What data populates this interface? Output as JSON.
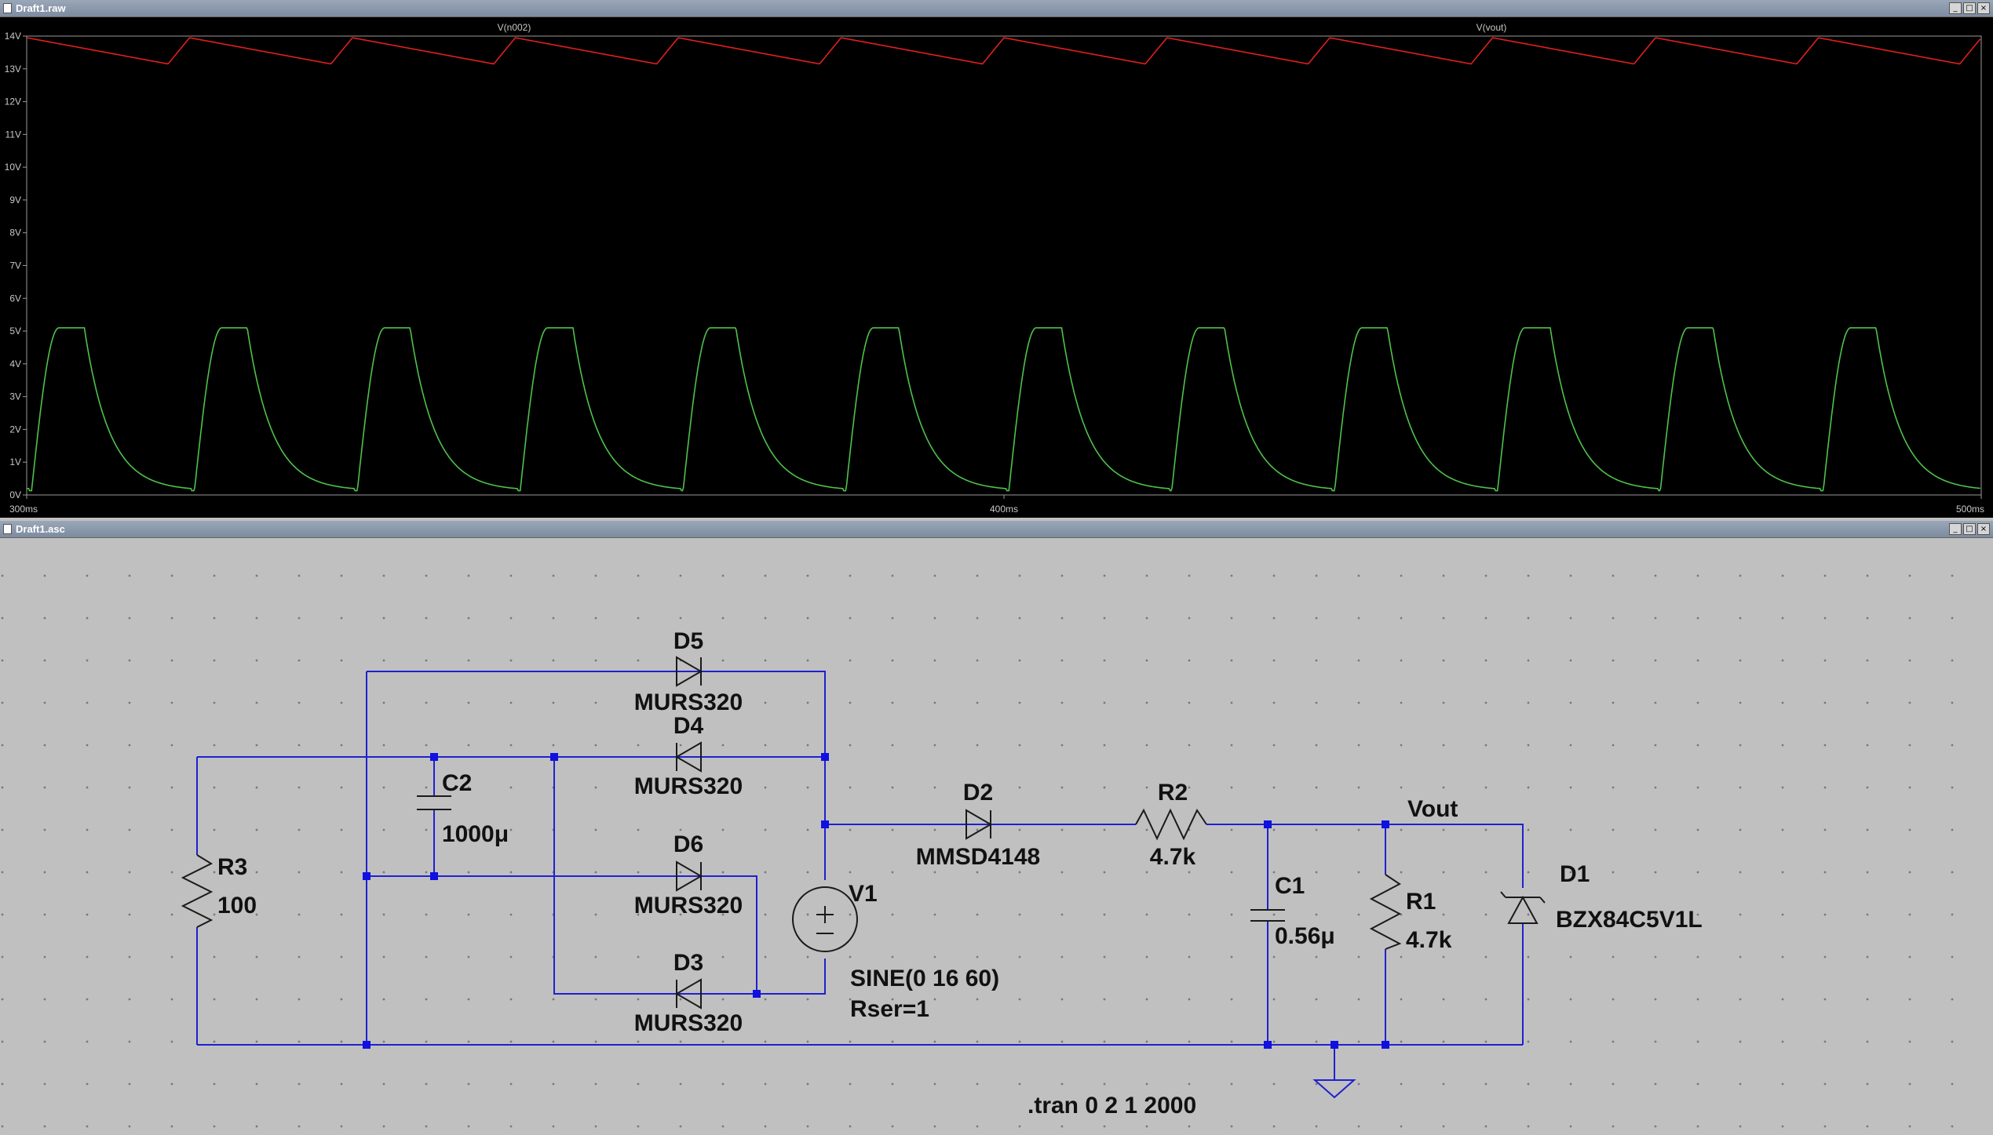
{
  "plot_window": {
    "title": "Draft1.raw"
  },
  "schematic_window": {
    "title": "Draft1.asc"
  },
  "window_buttons": [
    "_",
    "□",
    "×"
  ],
  "chart_data": {
    "type": "line",
    "grid": false,
    "legend": "top",
    "title": "",
    "xlabel": "",
    "ylabel": "",
    "x_unit": "ms",
    "xlim": [
      300,
      500
    ],
    "ylim": [
      0,
      14
    ],
    "x_ticks": [
      "300ms",
      "400ms",
      "500ms"
    ],
    "y_ticks": [
      "0V",
      "1V",
      "2V",
      "3V",
      "4V",
      "5V",
      "6V",
      "7V",
      "8V",
      "9V",
      "10V",
      "11V",
      "12V",
      "13V",
      "14V"
    ],
    "series": [
      {
        "name": "V(n002)",
        "color": "#e0201c",
        "shape": "sawtooth",
        "period_ms": 16.667,
        "peak": 13.95,
        "trough": 13.15,
        "rise_ms": 2.2
      },
      {
        "name": "V(vout)",
        "color": "#4ec24a",
        "shape": "pulse",
        "period_ms": 16.667,
        "first_start_ms": 300.5,
        "peak": 5.1,
        "base": 0.13,
        "rise_ms": 2.8,
        "flat_ms": 2.6,
        "decay_ms": 11.0
      }
    ]
  },
  "schematic": {
    "components": {
      "D5": {
        "ref": "D5",
        "value": "MURS320"
      },
      "D4": {
        "ref": "D4",
        "value": "MURS320"
      },
      "D6": {
        "ref": "D6",
        "value": "MURS320"
      },
      "D3": {
        "ref": "D3",
        "value": "MURS320"
      },
      "C2": {
        "ref": "C2",
        "value": "1000μ"
      },
      "R3": {
        "ref": "R3",
        "value": "100"
      },
      "V1": {
        "ref": "V1",
        "value": "SINE(0 16 60)",
        "value2": "Rser=1"
      },
      "D2": {
        "ref": "D2",
        "value": "MMSD4148"
      },
      "R2": {
        "ref": "R2",
        "value": "4.7k"
      },
      "C1": {
        "ref": "C1",
        "value": "0.56μ"
      },
      "R1": {
        "ref": "R1",
        "value": "4.7k"
      },
      "D1": {
        "ref": "D1",
        "value": "BZX84C5V1L"
      }
    },
    "net_label": "Vout",
    "directive": ".tran 0 2 1 2000"
  },
  "colors": {
    "wire": "#2020d0",
    "junction": "#1010e0",
    "plot_bg": "#000000",
    "schematic_bg": "#c0c0c0"
  }
}
